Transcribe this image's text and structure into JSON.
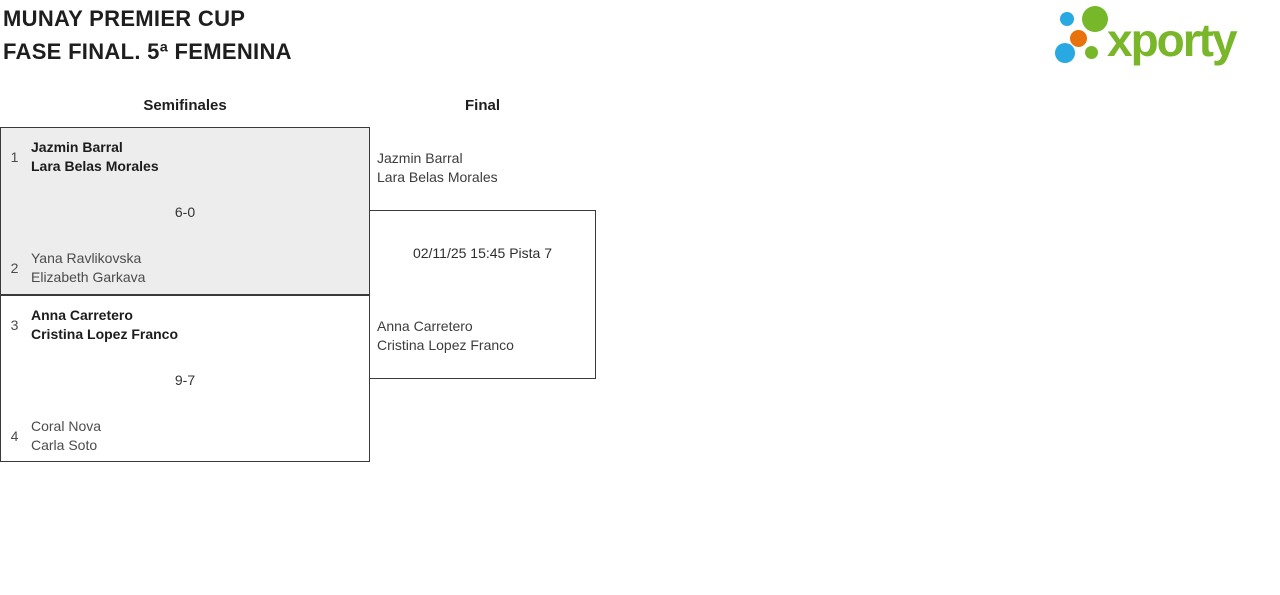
{
  "header": {
    "title_line1": "MUNAY PREMIER CUP",
    "title_line2": "FASE FINAL. 5ª FEMENINA"
  },
  "logo": {
    "word": "xporty",
    "colors": {
      "green": "#76b82a",
      "blue": "#29a9e1",
      "orange": "#e8720c",
      "text_green": "#7ab629"
    }
  },
  "bracket": {
    "round_headers": {
      "semifinals": "Semifinales",
      "final": "Final"
    },
    "semifinals": [
      {
        "team1": {
          "seed": "1",
          "players": [
            "Jazmin Barral",
            "Lara Belas Morales"
          ],
          "winner": true
        },
        "score": "6-0",
        "team2": {
          "seed": "2",
          "players": [
            "Yana Ravlikovska",
            "Elizabeth Garkava"
          ],
          "winner": false
        }
      },
      {
        "team1": {
          "seed": "3",
          "players": [
            "Anna Carretero",
            "Cristina Lopez Franco"
          ],
          "winner": true
        },
        "score": "9-7",
        "team2": {
          "seed": "4",
          "players": [
            "Coral Nova",
            "Carla Soto"
          ],
          "winner": false
        }
      }
    ],
    "final": {
      "schedule": "02/11/25 15:45 Pista 7",
      "team1": {
        "players": [
          "Jazmin Barral",
          "Lara Belas Morales"
        ]
      },
      "team2": {
        "players": [
          "Anna Carretero",
          "Cristina Lopez Franco"
        ]
      }
    }
  }
}
